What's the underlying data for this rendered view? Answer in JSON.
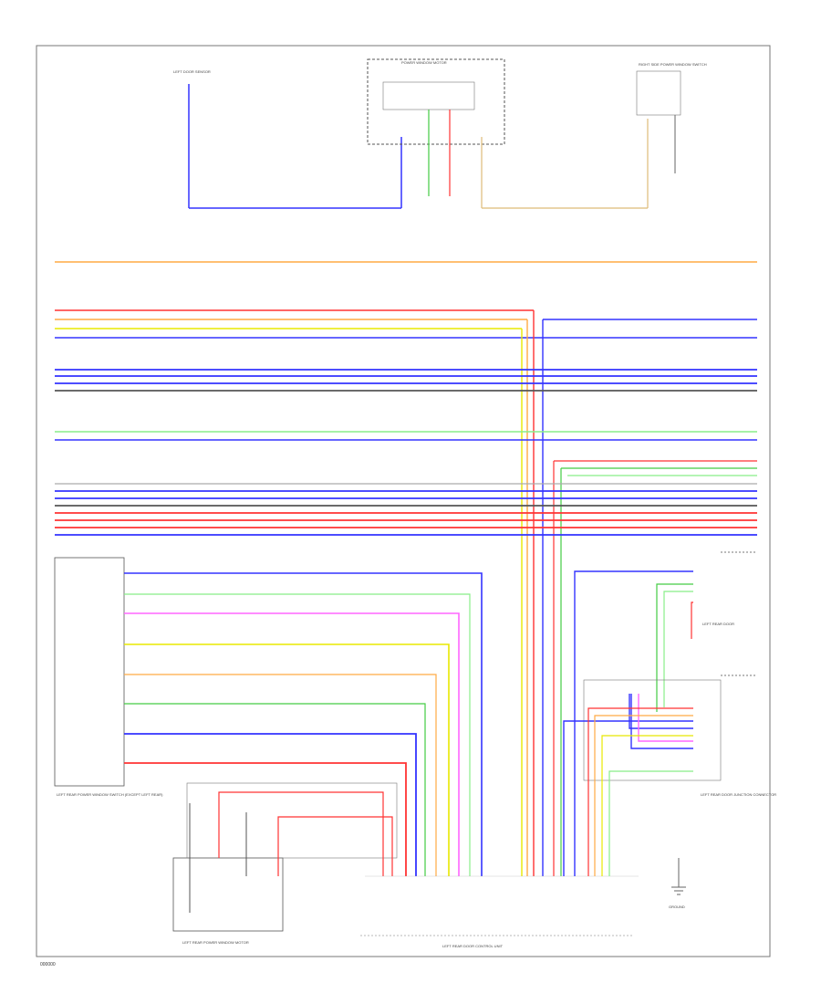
{
  "page_code": "000000",
  "wire_colors": {
    "BLU": "#3333ff",
    "RED": "#ff3333",
    "GRN": "#44cc44",
    "YEL": "#e8e800",
    "ORN": "#ffaa44",
    "PNK": "#ff66ff",
    "BLK": "#555555",
    "TAN": "#ddbb77",
    "GRY": "#aaaaaa",
    "LTGRN": "#88ee88"
  },
  "components": [
    {
      "id": "tl_sensor",
      "label": "LEFT DOOR SENSOR"
    },
    {
      "id": "tc_module",
      "label": "POWER WINDOW MOTOR"
    },
    {
      "id": "tr_control",
      "label": "RIGHT SIDE POWER WINDOW SWITCH"
    },
    {
      "id": "left_switch",
      "label": "LEFT REAR POWER WINDOW SWITCH (EXCEPT LEFT REAR)"
    },
    {
      "id": "lower_motor",
      "label": "LEFT REAR POWER WINDOW MOTOR"
    },
    {
      "id": "main_module",
      "label": "LEFT REAR DOOR CONTROL UNIT"
    },
    {
      "id": "rr_top",
      "label": "LEFT REAR DOOR"
    },
    {
      "id": "rr_bottom",
      "label": "LEFT REAR DOOR JUNCTION CONNECTOR"
    },
    {
      "id": "ground",
      "label": "GROUND"
    }
  ]
}
